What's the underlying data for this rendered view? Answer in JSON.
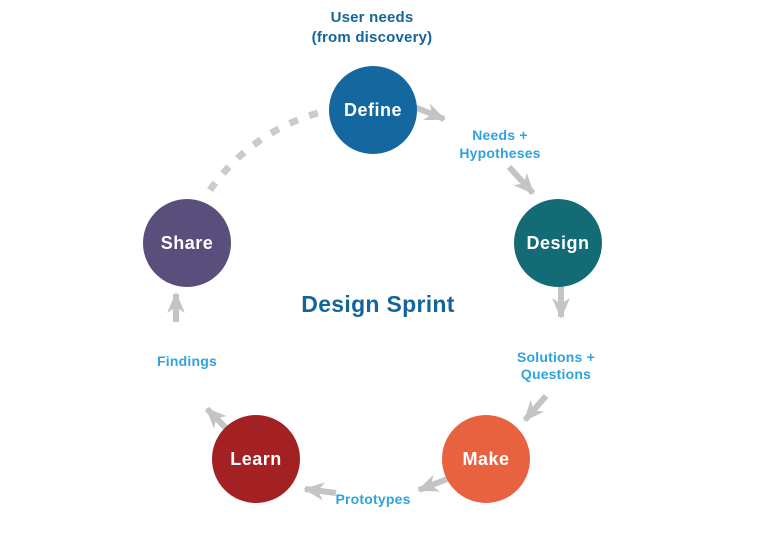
{
  "title": {
    "text": "Design Sprint"
  },
  "colors": {
    "title": "#15659B",
    "top_label": "#15659B",
    "edge_label": "#2EA3DC",
    "arrow": "#C4C4C5",
    "dashed_arc": "#CBCBCB",
    "node_text": "#FFFFFF"
  },
  "nodes": {
    "define": {
      "label": "Define",
      "color": "#15689F"
    },
    "design": {
      "label": "Design",
      "color": "#136B75"
    },
    "make": {
      "label": "Make",
      "color": "#E8623F"
    },
    "learn": {
      "label": "Learn",
      "color": "#A32023"
    },
    "share": {
      "label": "Share",
      "color": "#5A4E7D"
    }
  },
  "edge_labels": {
    "share_to_define": {
      "line1": "User needs",
      "line2": "(from discovery)"
    },
    "define_to_design": {
      "line1": "Needs +",
      "line2": "Hypotheses"
    },
    "design_to_make": {
      "line1": "Solutions +",
      "line2": "Questions"
    },
    "make_to_learn": {
      "line1": "Prototypes"
    },
    "learn_to_share": {
      "line1": "Findings"
    }
  }
}
